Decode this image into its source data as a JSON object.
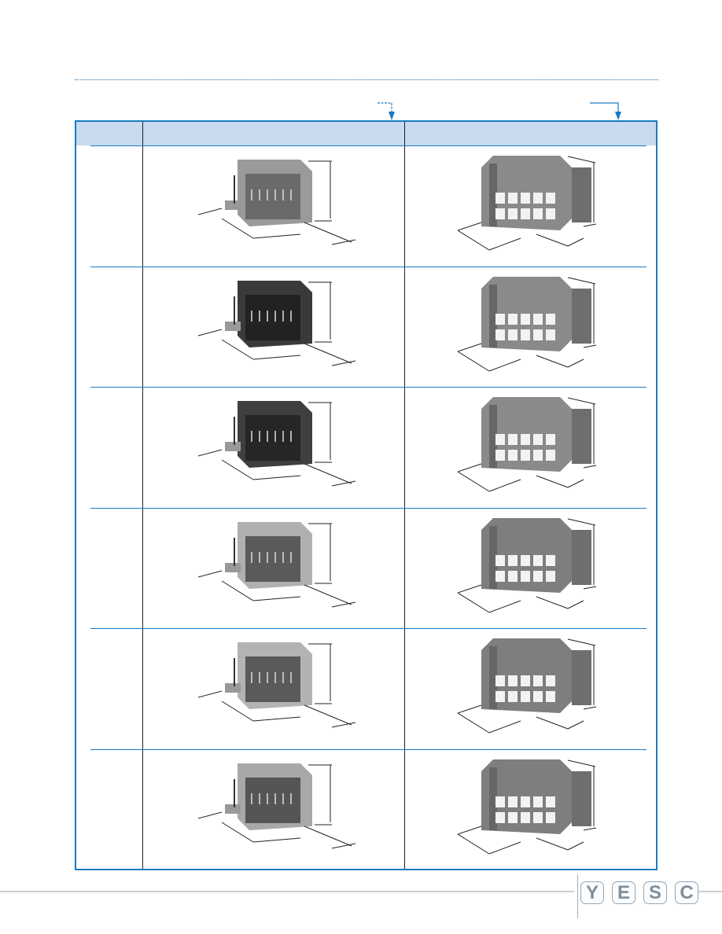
{
  "logo": {
    "letters": [
      "Y",
      "E",
      "S",
      "C"
    ]
  },
  "colors": {
    "accent": "#1a7bc4",
    "header_fill": "#c8daee"
  },
  "rows": [
    {
      "header_shade": "#9a9a9a",
      "header_face": "#6a6a6a",
      "receptacle_shade": "#8a8a8a"
    },
    {
      "header_shade": "#3a3a3a",
      "header_face": "#222222",
      "receptacle_shade": "#8a8a8a"
    },
    {
      "header_shade": "#3f3f3f",
      "header_face": "#262626",
      "receptacle_shade": "#8a8a8a"
    },
    {
      "header_shade": "#b0b0b0",
      "header_face": "#5a5a5a",
      "receptacle_shade": "#7e7e7e"
    },
    {
      "header_shade": "#b3b3b3",
      "header_face": "#5a5a5a",
      "receptacle_shade": "#7e7e7e"
    },
    {
      "header_shade": "#a8a8a8",
      "header_face": "#555555",
      "receptacle_shade": "#7e7e7e"
    }
  ]
}
